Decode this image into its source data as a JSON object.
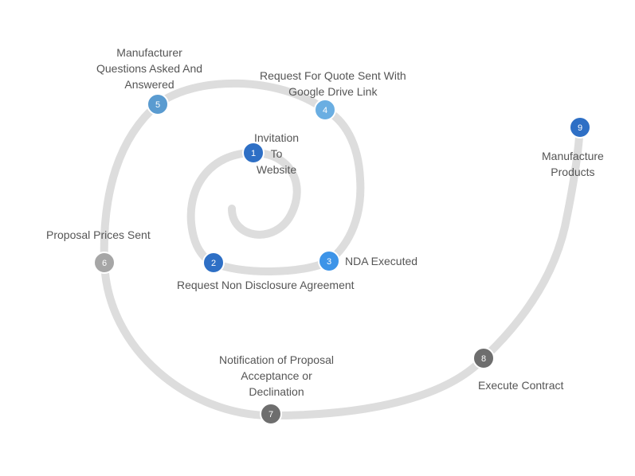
{
  "colors": {
    "spiral": "#dddddd",
    "step1": "#2e6fc5",
    "step2": "#2e6fc5",
    "step3": "#3d94e8",
    "step4": "#6aaee2",
    "step5": "#5a9bd0",
    "step6": "#a6a6a6",
    "step7": "#6e6e6e",
    "step8": "#6e6e6e",
    "step9": "#2e6fc5"
  },
  "steps": [
    {
      "number": "1",
      "lines": [
        "Invitation",
        "To",
        "Website"
      ]
    },
    {
      "number": "2",
      "lines": [
        "Request Non Disclosure Agreement"
      ]
    },
    {
      "number": "3",
      "lines": [
        "NDA Executed"
      ]
    },
    {
      "number": "4",
      "lines": [
        "Request For Quote Sent With",
        "Google Drive Link"
      ]
    },
    {
      "number": "5",
      "lines": [
        "Manufacturer",
        "Questions Asked And",
        "Answered"
      ]
    },
    {
      "number": "6",
      "lines": [
        "Proposal Prices Sent"
      ]
    },
    {
      "number": "7",
      "lines": [
        "Notification of Proposal",
        "Acceptance or",
        "Declination"
      ]
    },
    {
      "number": "8",
      "lines": [
        "Execute Contract"
      ]
    },
    {
      "number": "9",
      "lines": [
        "Manufacture",
        "Products"
      ]
    }
  ]
}
